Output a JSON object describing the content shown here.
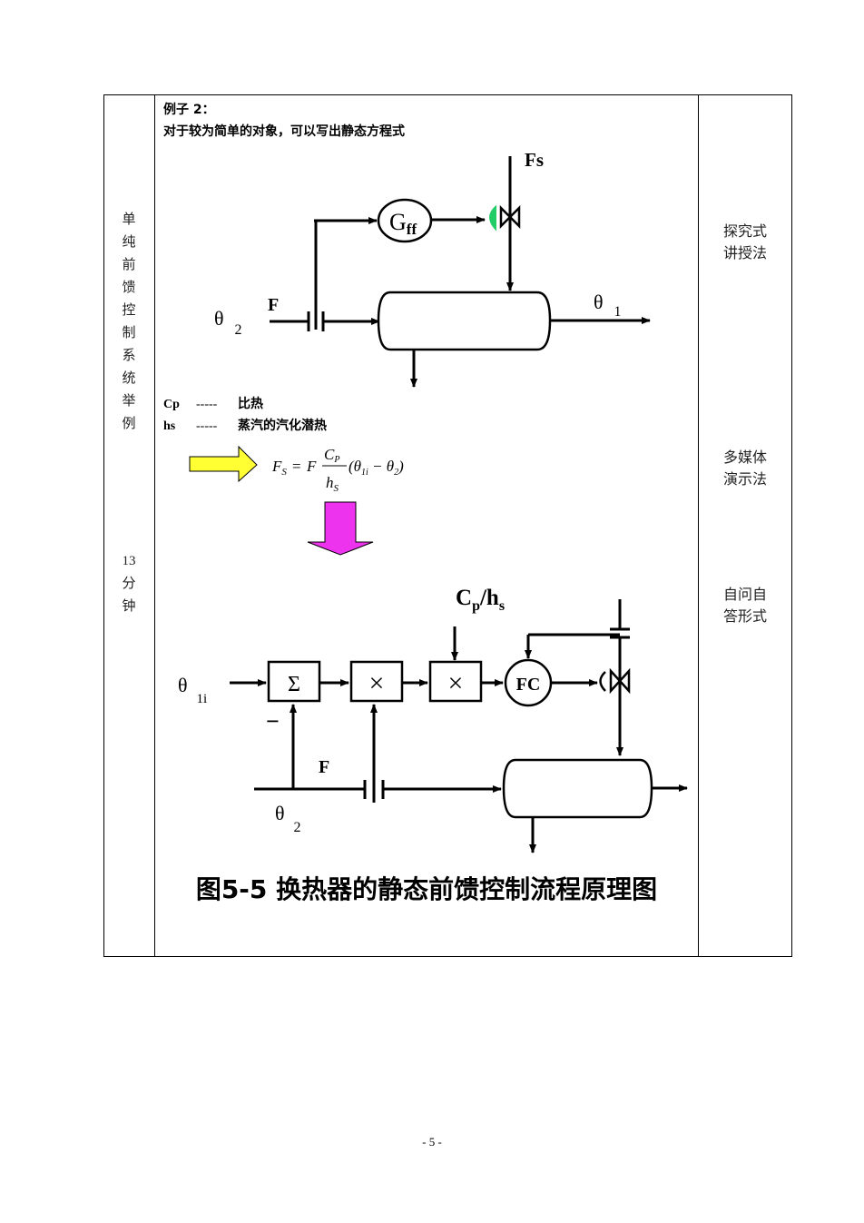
{
  "left_column": {
    "topic_chars": [
      "单",
      "纯",
      "前",
      "馈",
      "控",
      "制",
      "系",
      "统",
      "举",
      "例"
    ],
    "time_chars": [
      "13",
      "分",
      "钟"
    ]
  },
  "content": {
    "example_title": "例子 2：",
    "example_desc": "对于较为简单的对象，可以写出静态方程式",
    "diagram1": {
      "fs_label": "Fs",
      "gff_main": "G",
      "gff_sub": "ff",
      "f_label": "F",
      "theta2_sym": "θ",
      "theta2_sub": "2",
      "theta1_sym": "θ",
      "theta1_sub": "1"
    },
    "defs": [
      {
        "sym": "Cp",
        "dash": "-----",
        "desc": "比热"
      },
      {
        "sym": "hs",
        "dash": "-----",
        "desc": "蒸汽的汽化潜热"
      }
    ],
    "formula": {
      "lhs": "F",
      "lhs_sub": "S",
      "eq": "=",
      "f": "F",
      "num": "C",
      "num_sub": "P",
      "den": "h",
      "den_sub": "S",
      "paren_open": "(θ",
      "t1_sub": "1i",
      "minus": " − θ",
      "t2_sub": "2",
      "paren_close": ")"
    },
    "diagram2": {
      "cphs_c": "C",
      "cphs_p": "p",
      "cphs_slash": "/h",
      "cphs_s": "s",
      "theta1i_sym": "θ",
      "theta1i_sub": "1i",
      "sum_symbol": "Σ",
      "mult1_symbol": "×",
      "mult2_symbol": "×",
      "fc_label": "FC",
      "minus_sign": "−",
      "f_label": "F",
      "theta2_sym": "θ",
      "theta2_sub": "2"
    },
    "caption": "图5-5 换热器的静态前馈控制流程原理图"
  },
  "right_column": {
    "method1": [
      "探究式",
      "讲授法"
    ],
    "method2": [
      "多媒体",
      "演示法"
    ],
    "method3": [
      "自问自",
      "答形式"
    ]
  },
  "footer": {
    "page_number": "- 5 -"
  },
  "colors": {
    "valve_actuator": "#22cc66",
    "arrow_yellow": "#ffff33",
    "arrow_magenta": "#ee33ee",
    "line": "#000000"
  }
}
